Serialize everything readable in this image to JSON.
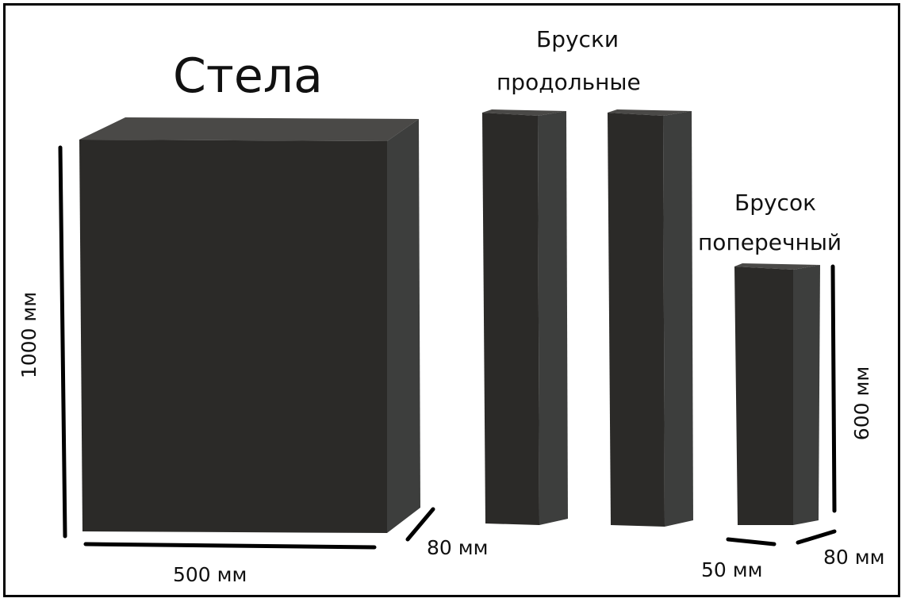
{
  "labels": {
    "stela": "Стела",
    "bars_long_line1": "Бруски",
    "bars_long_line2": "продольные",
    "bar_cross_line1": "Брусок",
    "bar_cross_line2": "поперечный"
  },
  "dimensions": {
    "stela_height": "1000 мм",
    "stela_width": "500 мм",
    "stela_depth": "80 мм",
    "cross_height": "600 мм",
    "cross_width": "50 мм",
    "cross_depth": "80 мм"
  },
  "colors": {
    "front": "#2b2a28",
    "side": "#3d3e3d",
    "top": "#4a4947",
    "line": "#000000"
  }
}
